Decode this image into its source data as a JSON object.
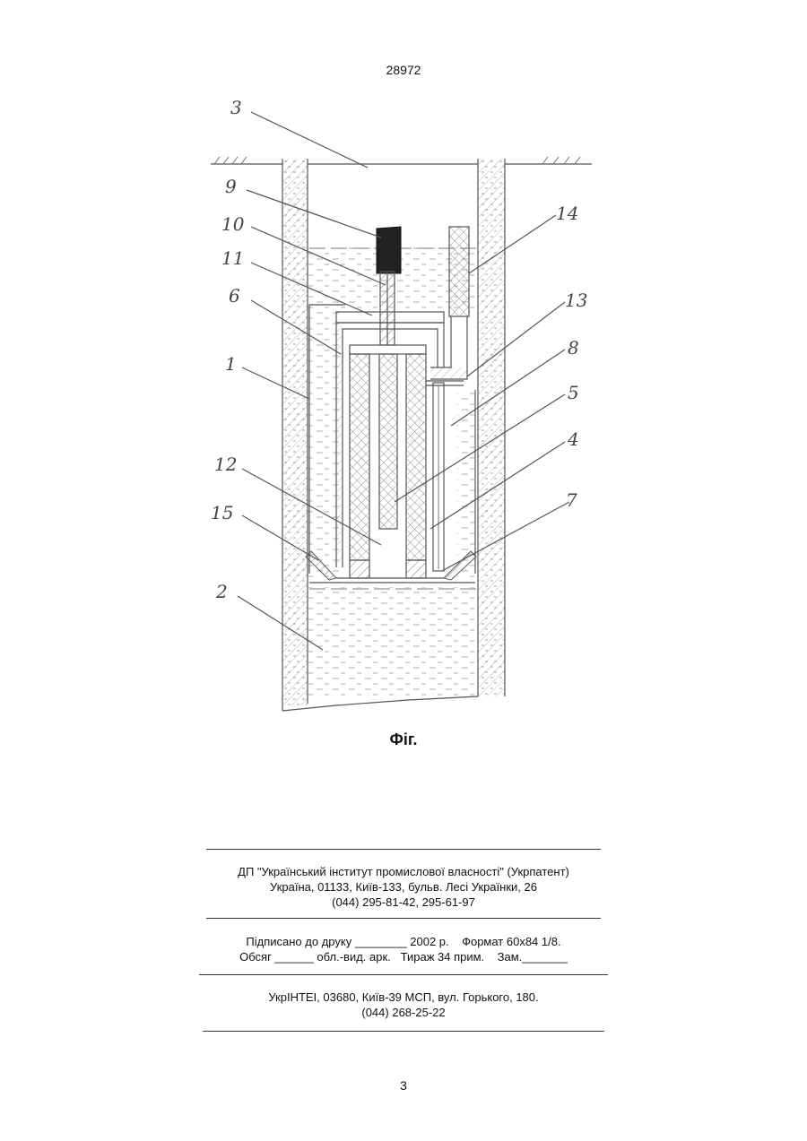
{
  "header": {
    "doc_number": "28972"
  },
  "figure": {
    "caption": "Фіг.",
    "labels": [
      "3",
      "9",
      "10",
      "11",
      "6",
      "1",
      "12",
      "15",
      "2",
      "14",
      "13",
      "8",
      "5",
      "4",
      "7"
    ]
  },
  "footer": {
    "publisher": {
      "line1": "ДП \"Український інститут промислової власності\" (Укрпатент)",
      "line2": "Україна, 01133, Київ-133, бульв. Лесі Українки, 26",
      "line3": "(044) 295-81-42, 295-61-97"
    },
    "print": {
      "line1": "Підписано до друку ________ 2002 р.    Формат 60х84 1/8.",
      "line2": "Обсяг ______ обл.-вид. арк.   Тираж 34 прим.    Зам._______"
    },
    "printer": {
      "line1": "УкрІНТЕІ, 03680, Київ-39 МСП, вул. Горького, 180.",
      "line2": "(044) 268-25-22"
    }
  },
  "page_number": "3"
}
